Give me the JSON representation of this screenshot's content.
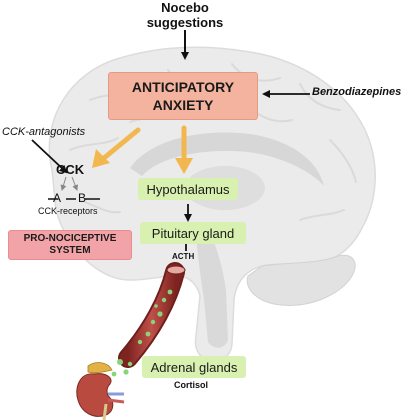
{
  "labels": {
    "nocebo": "Nocebo\nsuggestions",
    "anticipatory_anxiety": "ANTICIPATORY\nANXIETY",
    "benzodiazepines": "Benzodiazepines",
    "cck_antagonists": "CCK-antagonists",
    "cck": "CCK",
    "receptor_a": "A",
    "receptor_b": "B",
    "cck_receptors": "CCK-receptors",
    "pro_nociceptive": "PRO-NOCICEPTIVE\nSYSTEM",
    "hypothalamus": "Hypothalamus",
    "pituitary": "Pituitary gland",
    "acth": "ACTH",
    "adrenal": "Adrenal glands",
    "cortisol": "Cortisol"
  },
  "colors": {
    "anxiety_box": "#f3b39f",
    "pro_nociceptive_box": "#f2a3a8",
    "green_boxes": "#d8f0b0",
    "orange_arrows": "#f2b74f",
    "brain": "#e8e8e8",
    "vessel": "#b8403d",
    "vessel_dots": "#8bd37a",
    "kidney": "#b84a3f"
  }
}
